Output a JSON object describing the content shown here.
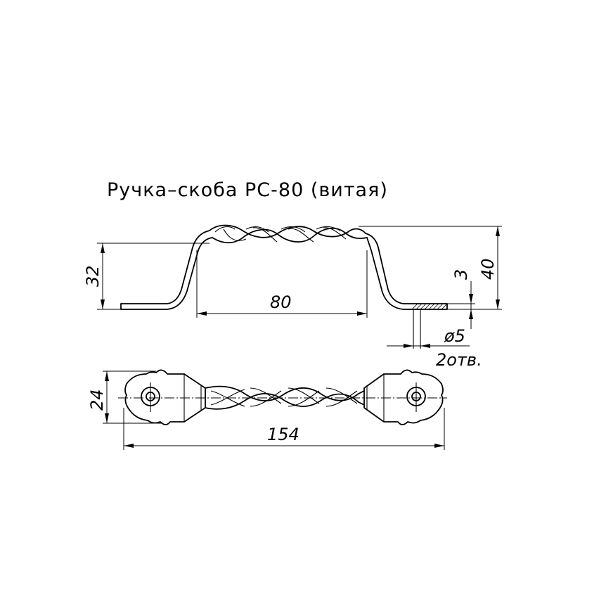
{
  "title": "Ручка–скоба РС-80 (витая)",
  "dimensions": {
    "height_left": "32",
    "span": "80",
    "height_total": "40",
    "thickness": "3",
    "hole_diameter": "ø5",
    "hole_count": "2отв.",
    "width": "24",
    "length": "154"
  }
}
